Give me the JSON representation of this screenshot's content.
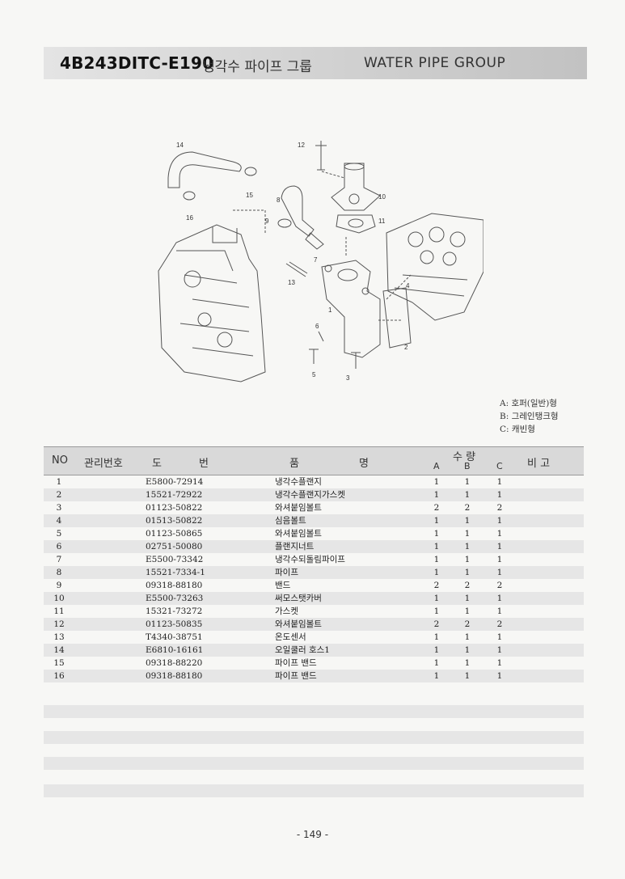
{
  "header": {
    "model": "4B243DITC-E190",
    "title_kr": "냉각수 파이프 그룹",
    "title_en": "WATER PIPE GROUP"
  },
  "diagram": {
    "callouts": [
      "1",
      "2",
      "3",
      "4",
      "5",
      "6",
      "7",
      "8",
      "9",
      "10",
      "11",
      "12",
      "13",
      "14",
      "15",
      "16"
    ]
  },
  "legend": [
    "A: 호퍼(일반)형",
    "B: 그레인탱크형",
    "C: 캐빈형"
  ],
  "table": {
    "headers": {
      "no": "NO",
      "mgmt": "관리번호",
      "dwg_1": "도",
      "dwg_2": "번",
      "name_1": "품",
      "name_2": "명",
      "qty": "수 량",
      "a": "A",
      "b": "B",
      "c": "C",
      "remark": "비 고"
    },
    "rows": [
      {
        "no": "1",
        "dwg": "E5800-72914",
        "name": "냉각수플랜지",
        "a": "1",
        "b": "1",
        "c": "1"
      },
      {
        "no": "2",
        "dwg": "15521-72922",
        "name": "냉각수플랜지가스켓",
        "a": "1",
        "b": "1",
        "c": "1"
      },
      {
        "no": "3",
        "dwg": "01123-50822",
        "name": "와셔붙임볼트",
        "a": "2",
        "b": "2",
        "c": "2"
      },
      {
        "no": "4",
        "dwg": "01513-50822",
        "name": "심음볼트",
        "a": "1",
        "b": "1",
        "c": "1"
      },
      {
        "no": "5",
        "dwg": "01123-50865",
        "name": "와셔붙임볼트",
        "a": "1",
        "b": "1",
        "c": "1"
      },
      {
        "no": "6",
        "dwg": "02751-50080",
        "name": "플랜지너트",
        "a": "1",
        "b": "1",
        "c": "1"
      },
      {
        "no": "7",
        "dwg": "E5500-73342",
        "name": "냉각수되돌림파이프",
        "a": "1",
        "b": "1",
        "c": "1"
      },
      {
        "no": "8",
        "dwg": "15521-7334-1",
        "name": "파이프",
        "a": "1",
        "b": "1",
        "c": "1"
      },
      {
        "no": "9",
        "dwg": "09318-88180",
        "name": "밴드",
        "a": "2",
        "b": "2",
        "c": "2"
      },
      {
        "no": "10",
        "dwg": "E5500-73263",
        "name": "써모스탯카버",
        "a": "1",
        "b": "1",
        "c": "1"
      },
      {
        "no": "11",
        "dwg": "15321-73272",
        "name": "가스켓",
        "a": "1",
        "b": "1",
        "c": "1"
      },
      {
        "no": "12",
        "dwg": "01123-50835",
        "name": "와셔붙임볼트",
        "a": "2",
        "b": "2",
        "c": "2"
      },
      {
        "no": "13",
        "dwg": "T4340-38751",
        "name": "온도센서",
        "a": "1",
        "b": "1",
        "c": "1"
      },
      {
        "no": "14",
        "dwg": "E6810-16161",
        "name": "오일쿨러 호스1",
        "a": "1",
        "b": "1",
        "c": "1"
      },
      {
        "no": "15",
        "dwg": "09318-88220",
        "name": "파이프 밴드",
        "a": "1",
        "b": "1",
        "c": "1"
      },
      {
        "no": "16",
        "dwg": "09318-88180",
        "name": "파이프 밴드",
        "a": "1",
        "b": "1",
        "c": "1"
      }
    ]
  },
  "page_number": "- 149 -"
}
